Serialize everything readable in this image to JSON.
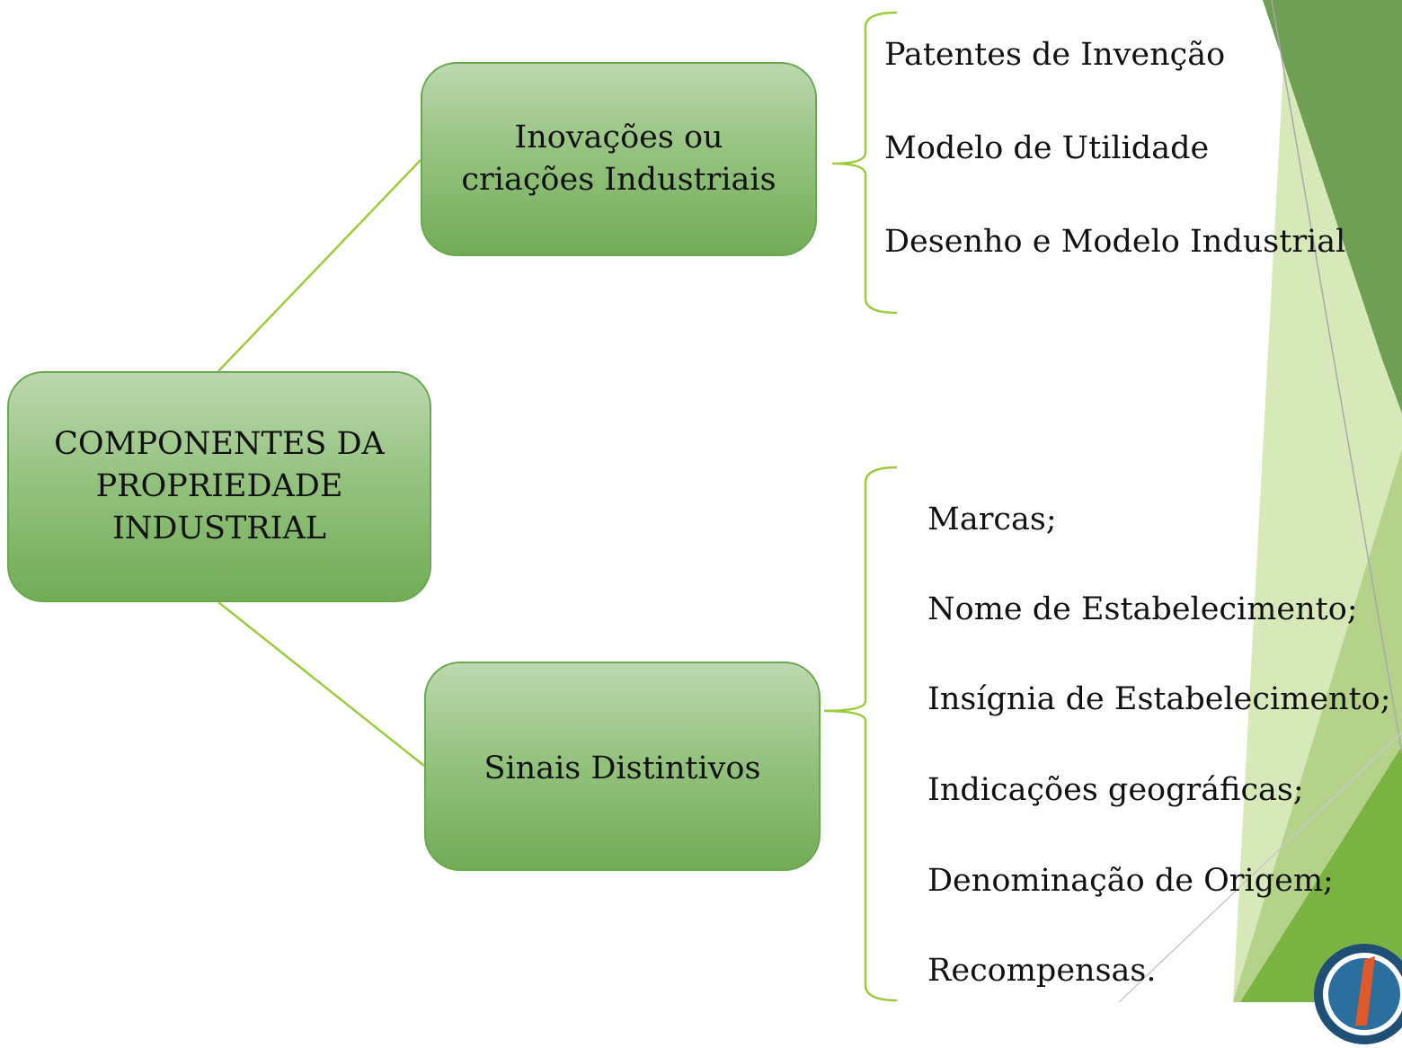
{
  "root": {
    "lines": [
      "COMPONENTES DA",
      "PROPRIEDADE",
      "INDUSTRIAL"
    ]
  },
  "branches": [
    {
      "lines": [
        "Inovações ou",
        "criações Industriais"
      ],
      "items": [
        "Patentes de Invenção",
        "Modelo de Utilidade",
        "Desenho e Modelo Industrial"
      ]
    },
    {
      "lines": [
        "Sinais Distintivos"
      ],
      "items": [
        "Marcas;",
        "Nome de Estabelecimento;",
        "Insígnia de Estabelecimento;",
        "Indicações geográficas;",
        "Denominação de Origem;",
        "Recompensas."
      ]
    }
  ],
  "colors": {
    "node_fill_top": "#bdd8af",
    "node_fill_bottom": "#72ac56",
    "node_border": "#6aa84f",
    "connector": "#9ccc3c",
    "brace": "#9ccc3c",
    "accent_dark_green": "#6e9f55",
    "accent_light_green": "#d7e8b9",
    "accent_bright_green": "#7bb342"
  },
  "logo_icon": "circular-logo-icon"
}
